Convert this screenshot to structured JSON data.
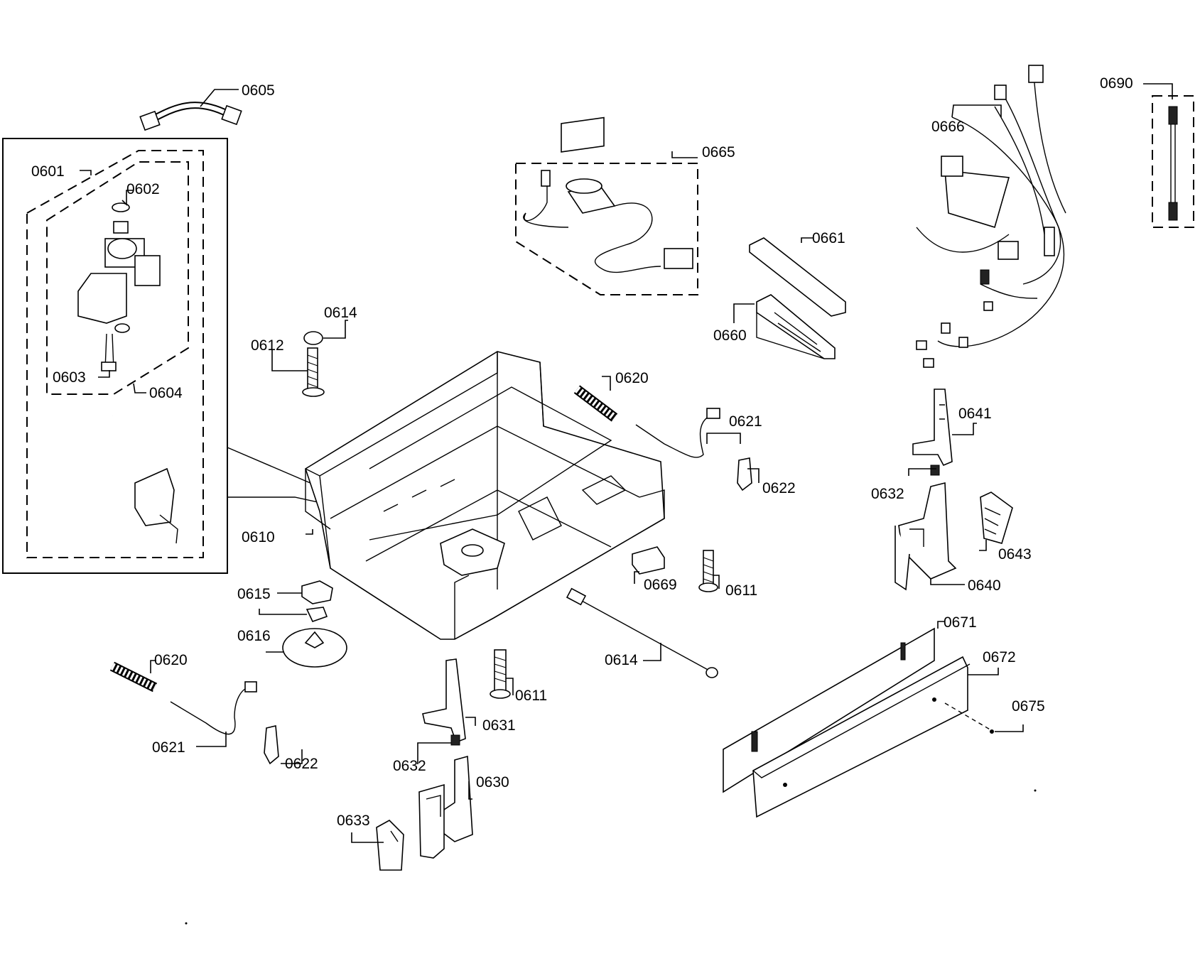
{
  "diagram": {
    "labels": {
      "p0605": "0605",
      "p0601": "0601",
      "p0602": "0602",
      "p0603": "0603",
      "p0604": "0604",
      "p0665": "0665",
      "p0666": "0666",
      "p0690": "0690",
      "p0661": "0661",
      "p0660": "0660",
      "p0614a": "0614",
      "p0612": "0612",
      "p0620a": "0620",
      "p0621a": "0621",
      "p0622a": "0622",
      "p0641": "0641",
      "p0632a": "0632",
      "p0643": "0643",
      "p0640": "0640",
      "p0610": "0610",
      "p0669": "0669",
      "p0611a": "0611",
      "p0615": "0615",
      "p0616": "0616",
      "p0614b": "0614",
      "p0671": "0671",
      "p0672": "0672",
      "p0675": "0675",
      "p0620b": "0620",
      "p0611b": "0611",
      "p0631": "0631",
      "p0621b": "0621",
      "p0622b": "0622",
      "p0632b": "0632",
      "p0630": "0630",
      "p0633": "0633"
    }
  }
}
